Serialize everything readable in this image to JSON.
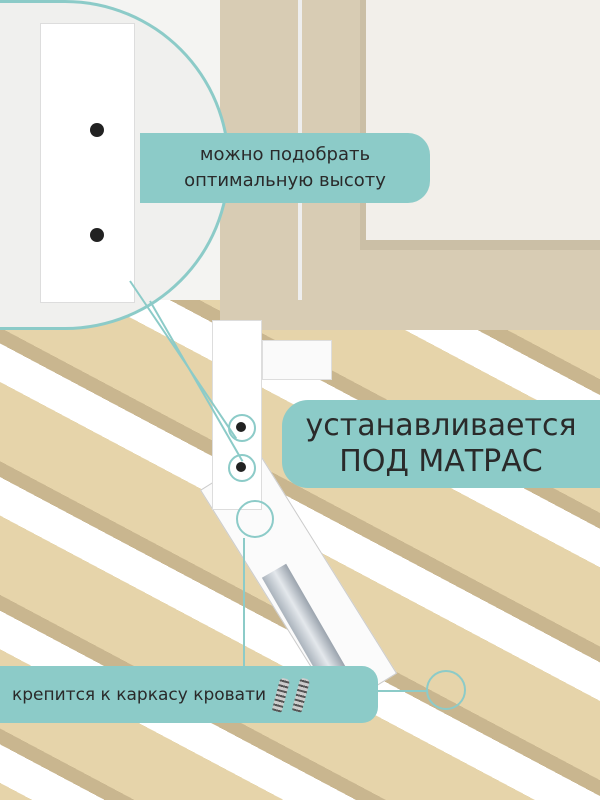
{
  "callouts": {
    "height": {
      "line1": "можно подобрать",
      "line2": "оптимальную высоту"
    },
    "mount": {
      "line1": "устанавливается",
      "line2": "ПОД МАТРАС"
    },
    "frame": {
      "text": "крепится к каркасу кровати",
      "icon": "screw-icon"
    }
  },
  "colors": {
    "accent": "#8ccbc8",
    "fabric": "#d8ccb4",
    "slat": "#e6d4aa"
  }
}
